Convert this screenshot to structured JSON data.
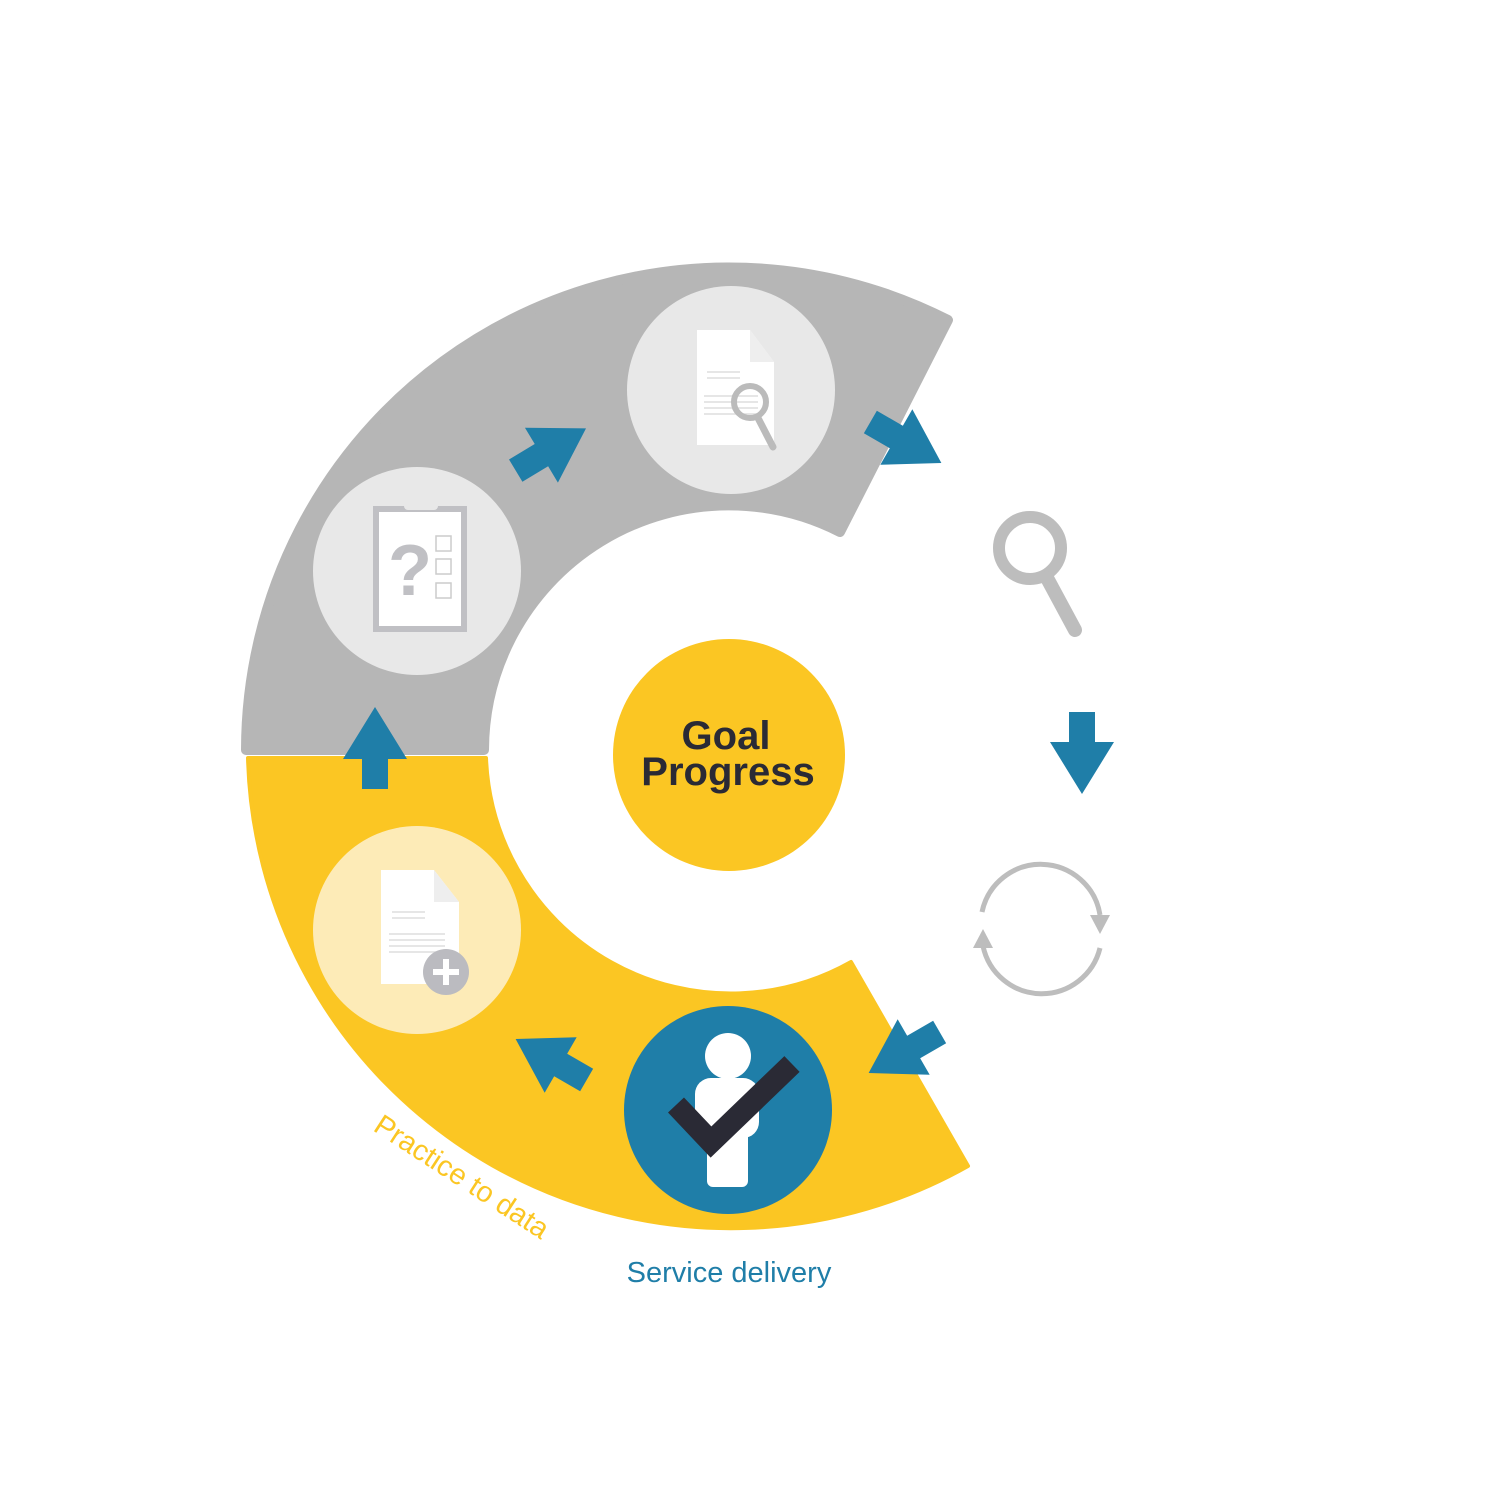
{
  "center": {
    "line1": "Goal",
    "line2": "Progress"
  },
  "labels": {
    "practice_to_data": "Practice to data",
    "service_delivery": "Service delivery"
  },
  "icons": {
    "stage1": "clipboard-question-icon",
    "stage2": "document-search-icon",
    "stage3": "magnifier-icon",
    "stage4": "refresh-cycle-icon",
    "stage5": "person-check-icon",
    "stage6": "document-add-icon"
  },
  "colors": {
    "yellow": "#fbc623",
    "gray": "#b6b6b6",
    "blue": "#1f7ea8",
    "light_gray": "#e8e8e8",
    "light_yellow": "#fdebb7",
    "dark": "#2a2a35"
  }
}
